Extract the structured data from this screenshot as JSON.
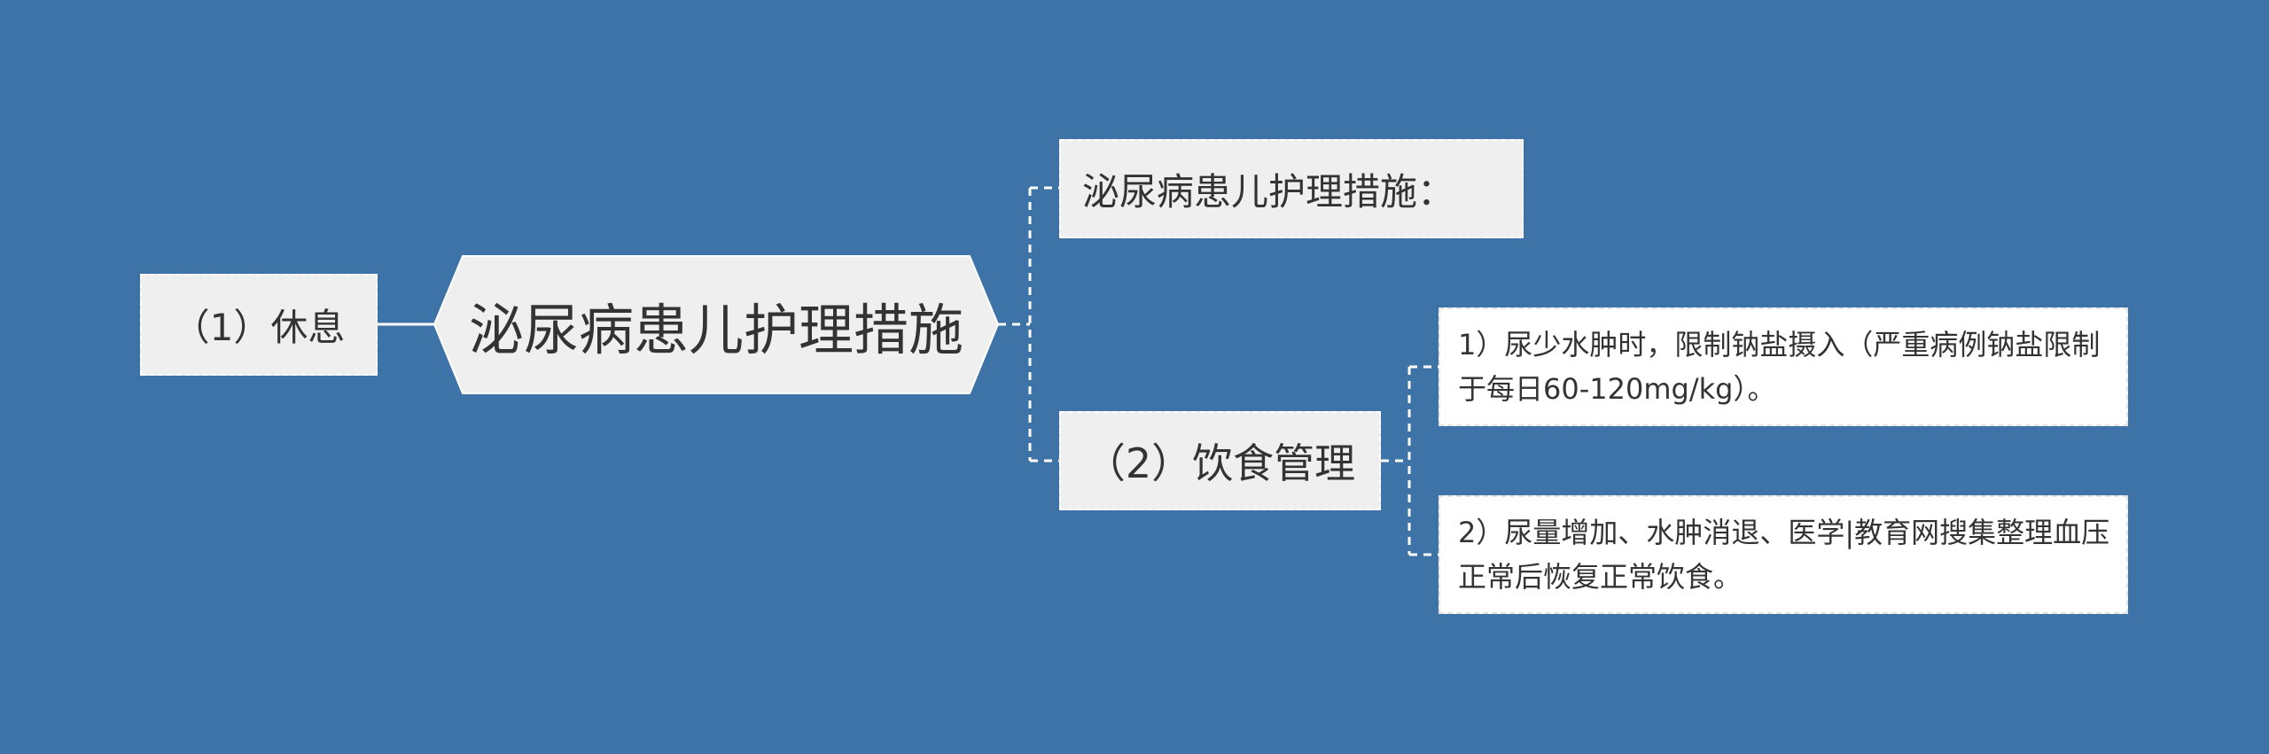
{
  "colors": {
    "background": "#3d73a6",
    "node_fill": "#efefef",
    "leaf_fill": "#ffffff",
    "text": "#333333",
    "connector": "#ffffff"
  },
  "root": {
    "label": "泌尿病患儿护理措施"
  },
  "left_branch": {
    "label": "（1）休息"
  },
  "right_branches": [
    {
      "label": "泌尿病患儿护理措施："
    },
    {
      "label": "（2）饮食管理",
      "children": [
        {
          "label": "1）尿少水肿时，限制钠盐摄入（严重病例钠盐限制于每日60-120mg/kg）。"
        },
        {
          "label": "2）尿量增加、水肿消退、医学|教育网搜集整理血压正常后恢复正常饮食。"
        }
      ]
    }
  ]
}
